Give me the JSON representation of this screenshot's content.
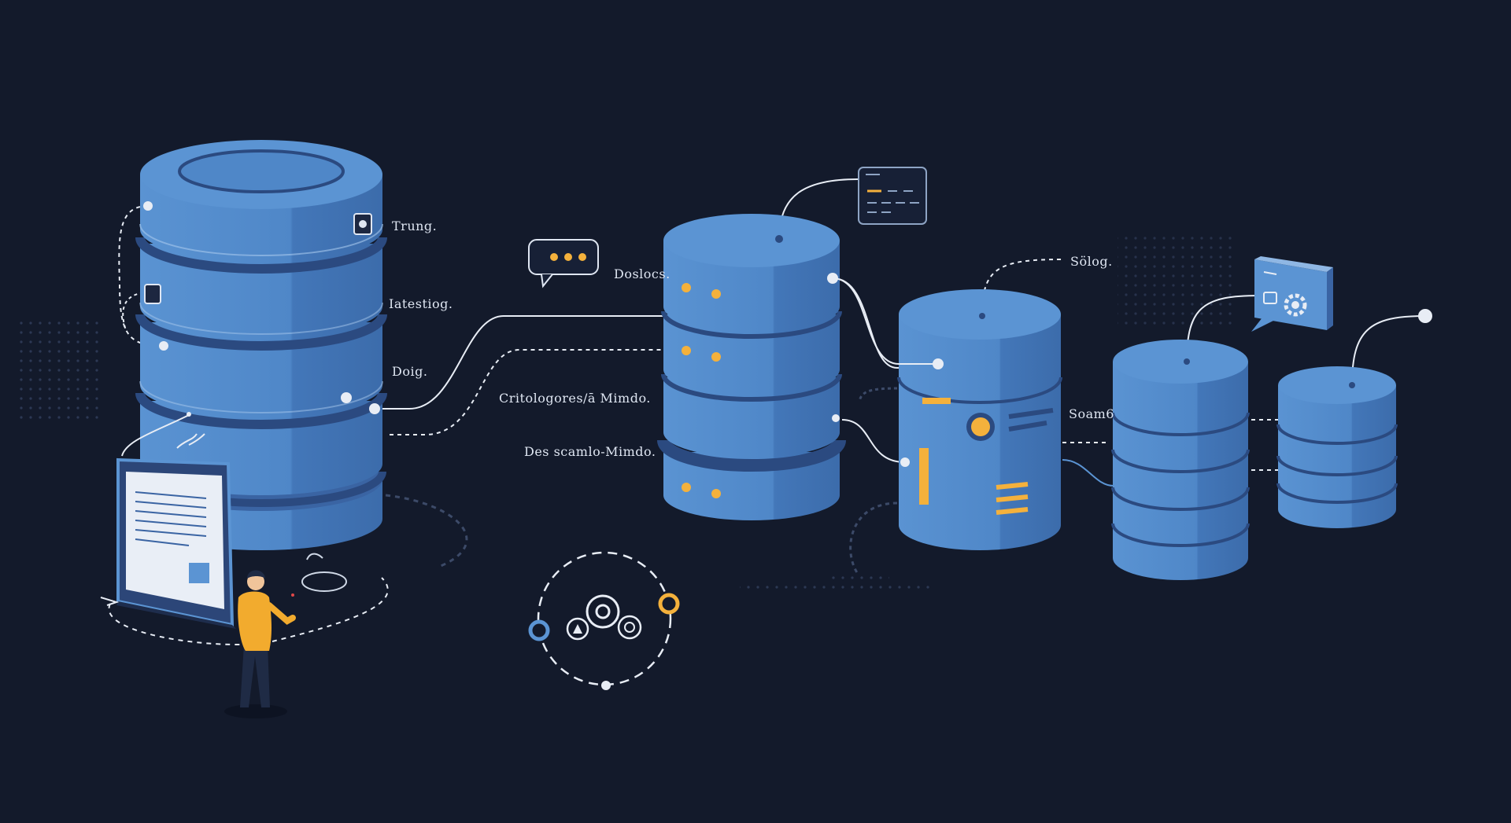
{
  "colors": {
    "background": "#131a2b",
    "cylinder_light": "#5b94d3",
    "cylinder_mid": "#4a7fc0",
    "cylinder_dark": "#3a64a3",
    "cylinder_groove": "#2b4a80",
    "accent_orange": "#f4b13c",
    "line_white": "#e8edf5",
    "dot_grid": "#2a3550",
    "person_shirt": "#f2ab2e",
    "person_pants": "#1f2b45"
  },
  "icons": [
    "database-cylinder-icon",
    "chat-bubble-icon",
    "terminal-window-icon",
    "gear-icon",
    "monitor-icon",
    "person-icon",
    "orbit-network-icon"
  ],
  "labels": {
    "trung": "Trung.",
    "iatestlog": "Iatestiog.",
    "doig": "Doig.",
    "doslocs": "Doslocs.",
    "crit_logs": "Critologores/ā Mimdo.",
    "des_seamlo": "Des scamlo-Mimdo.",
    "solog": "Sölog.",
    "soam6": "Soam6"
  }
}
